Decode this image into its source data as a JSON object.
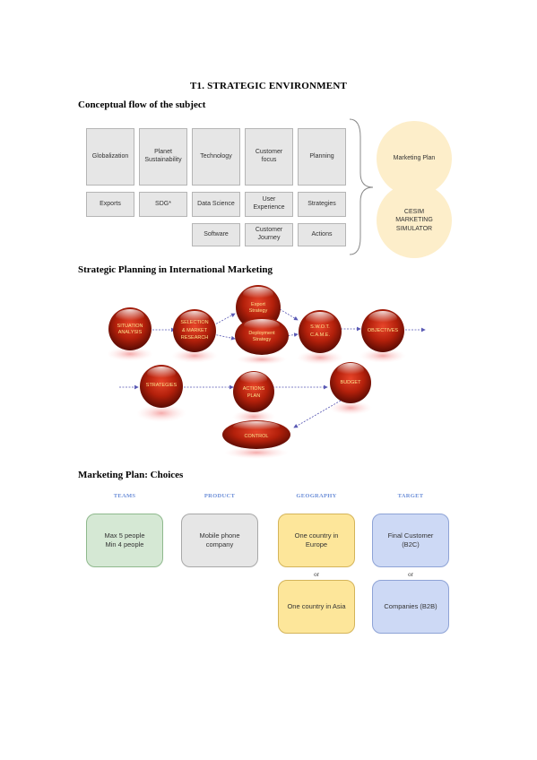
{
  "page_title": "T1. STRATEGIC ENVIRONMENT",
  "section1": {
    "heading": "Conceptual flow of the subject",
    "row1": [
      "Globalization",
      "Planet\nSustainability",
      "Technology",
      "Customer\nfocus",
      "Planning"
    ],
    "row2": [
      "Exports",
      "SDG*",
      "Data Science",
      "User\nExperience",
      "Strategies"
    ],
    "row3": [
      "Software",
      "Customer\nJourney",
      "Actions"
    ],
    "oval_top": "Marketing Plan",
    "oval_bottom": "CESIM\nMARKETING\nSIMULATOR"
  },
  "section2": {
    "heading": "Strategic Planning in International Marketing",
    "nodes": {
      "situation": [
        "SITUATION",
        "ANALYSIS"
      ],
      "selection": [
        "SELECTION",
        "& MARKET",
        "RESEARCH"
      ],
      "export": [
        "Export",
        "Strategy"
      ],
      "deployment": [
        "Deployment",
        "Strategy"
      ],
      "swot": [
        "S.W.O.T.",
        "C.A.M.E."
      ],
      "objectives": [
        "OBJECTIVES"
      ],
      "strategies": [
        "STRATEGIES"
      ],
      "actions": [
        "ACTIONS",
        "PLAN"
      ],
      "budget": [
        "BUDGET"
      ],
      "control": [
        "CONTROL"
      ]
    }
  },
  "section3": {
    "heading": "Marketing Plan:  Choices",
    "columns": [
      {
        "head": "TEAMS",
        "boxes": [
          "Max 5 people\nMin 4 people"
        ],
        "color": "#d5e8d4",
        "border": "#8fb98d"
      },
      {
        "head": "PRODUCT",
        "boxes": [
          "Mobile phone\ncompany"
        ],
        "color": "#e6e6e6",
        "border": "#a8a8a8"
      },
      {
        "head": "GEOGRAPHY",
        "boxes": [
          "One country in\nEurope",
          "One country in Asia"
        ],
        "color": "#fde69a",
        "border": "#d4b45a"
      },
      {
        "head": "TARGET",
        "boxes": [
          "Final Customer\n(B2C)",
          "Companies (B2B)"
        ],
        "color": "#cdd9f5",
        "border": "#8ea3d6"
      }
    ],
    "or_label": "or"
  }
}
